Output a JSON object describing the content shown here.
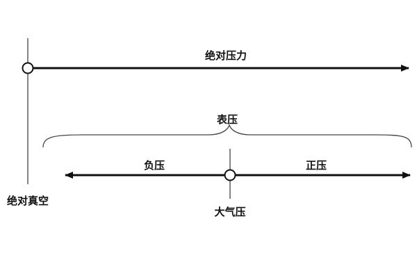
{
  "labels": {
    "absolute_pressure": "绝对压力",
    "gauge_pressure": "表压",
    "negative_pressure": "负压",
    "positive_pressure": "正压",
    "atmospheric_pressure": "大气压",
    "absolute_vacuum": "绝对真空"
  },
  "colors": {
    "line": "#111111",
    "reference_line": "#666666",
    "brace": "#444444",
    "point_fill": "#ffffff"
  }
}
